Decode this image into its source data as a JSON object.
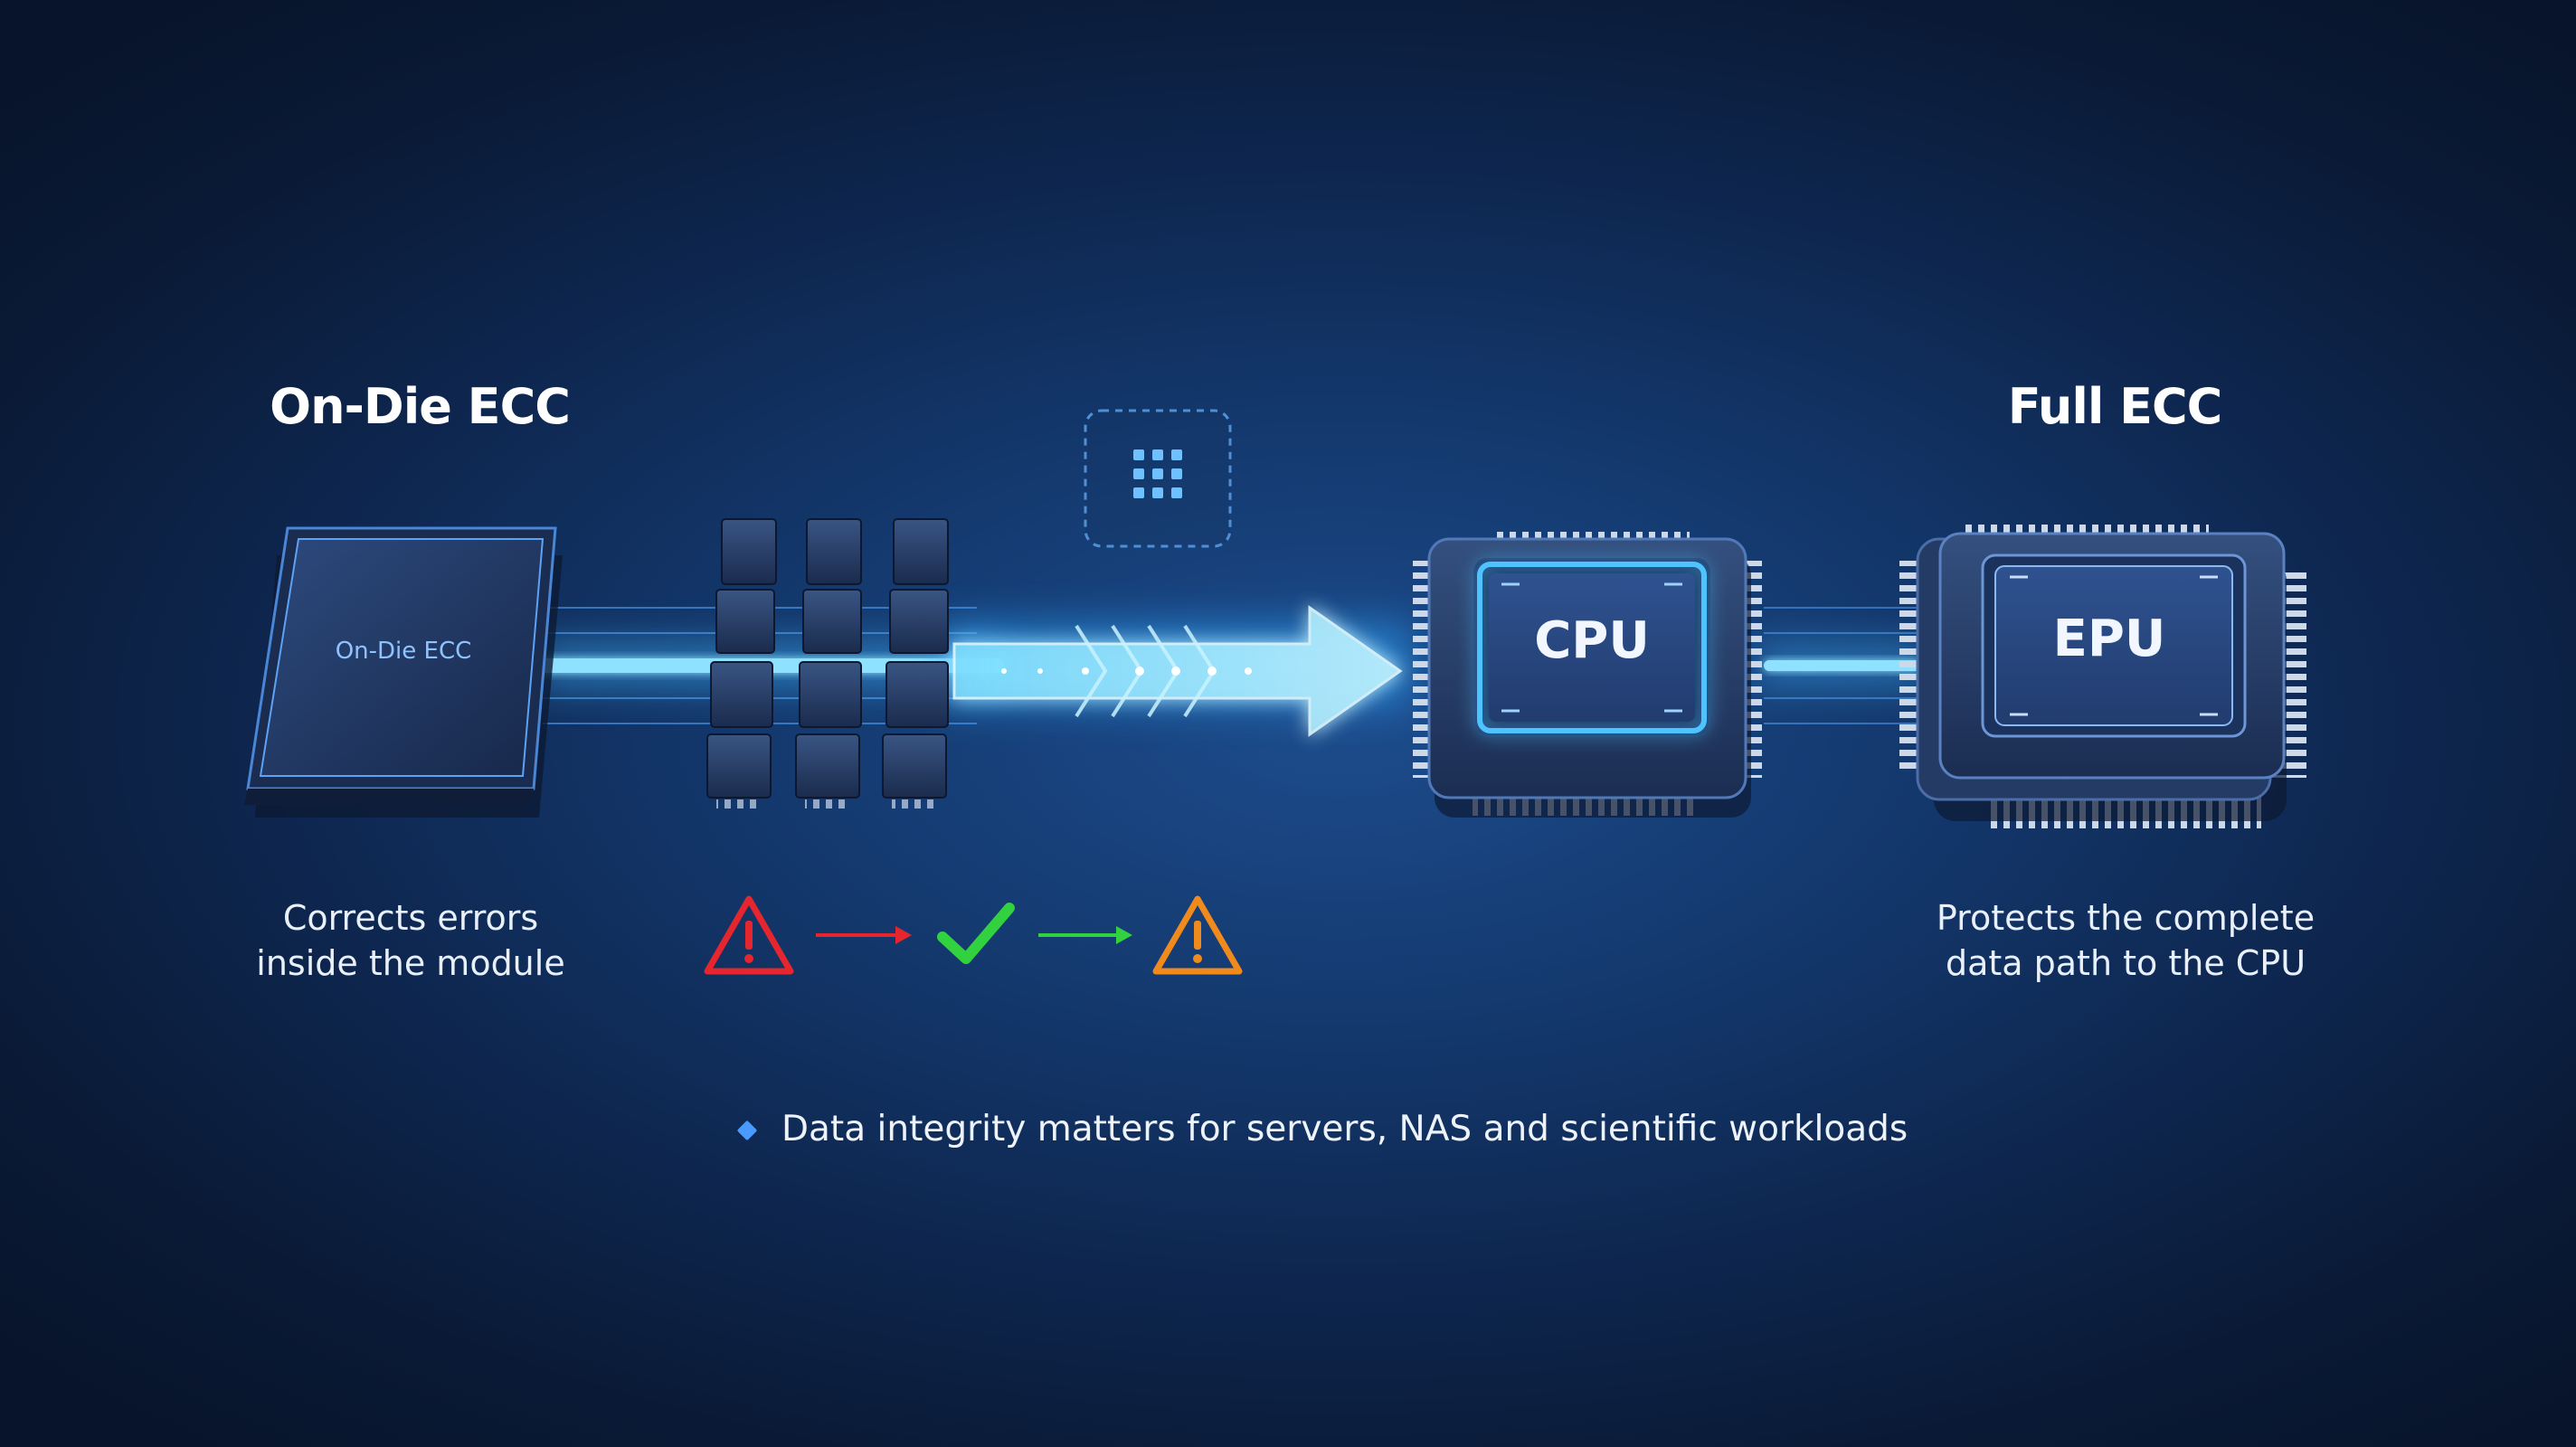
{
  "left_panel": {
    "heading": "On-Die ECC",
    "module_label": "On-Die ECC",
    "caption_line1": "Corrects errors",
    "caption_line2": "inside the module"
  },
  "right_panel": {
    "heading": "Full ECC",
    "caption_line1": "Protects the complete",
    "caption_line2": "data path to the CPU"
  },
  "chips": {
    "cpu_label": "CPU",
    "epu_label": "EPU"
  },
  "status_sequence": [
    {
      "icon": "warning-icon",
      "color": "#e5262e"
    },
    {
      "icon": "arrow-right-icon",
      "color": "#e5262e"
    },
    {
      "icon": "checkmark-icon",
      "color": "#31d13f"
    },
    {
      "icon": "arrow-right-icon",
      "color": "#31d13f"
    },
    {
      "icon": "warning-icon",
      "color": "#f08a1c"
    }
  ],
  "footer": {
    "note": "Data integrity matters for servers, NAS and scientific workloads"
  },
  "colors": {
    "accent_glow": "#4fc3ff",
    "background": "#0e2750"
  }
}
